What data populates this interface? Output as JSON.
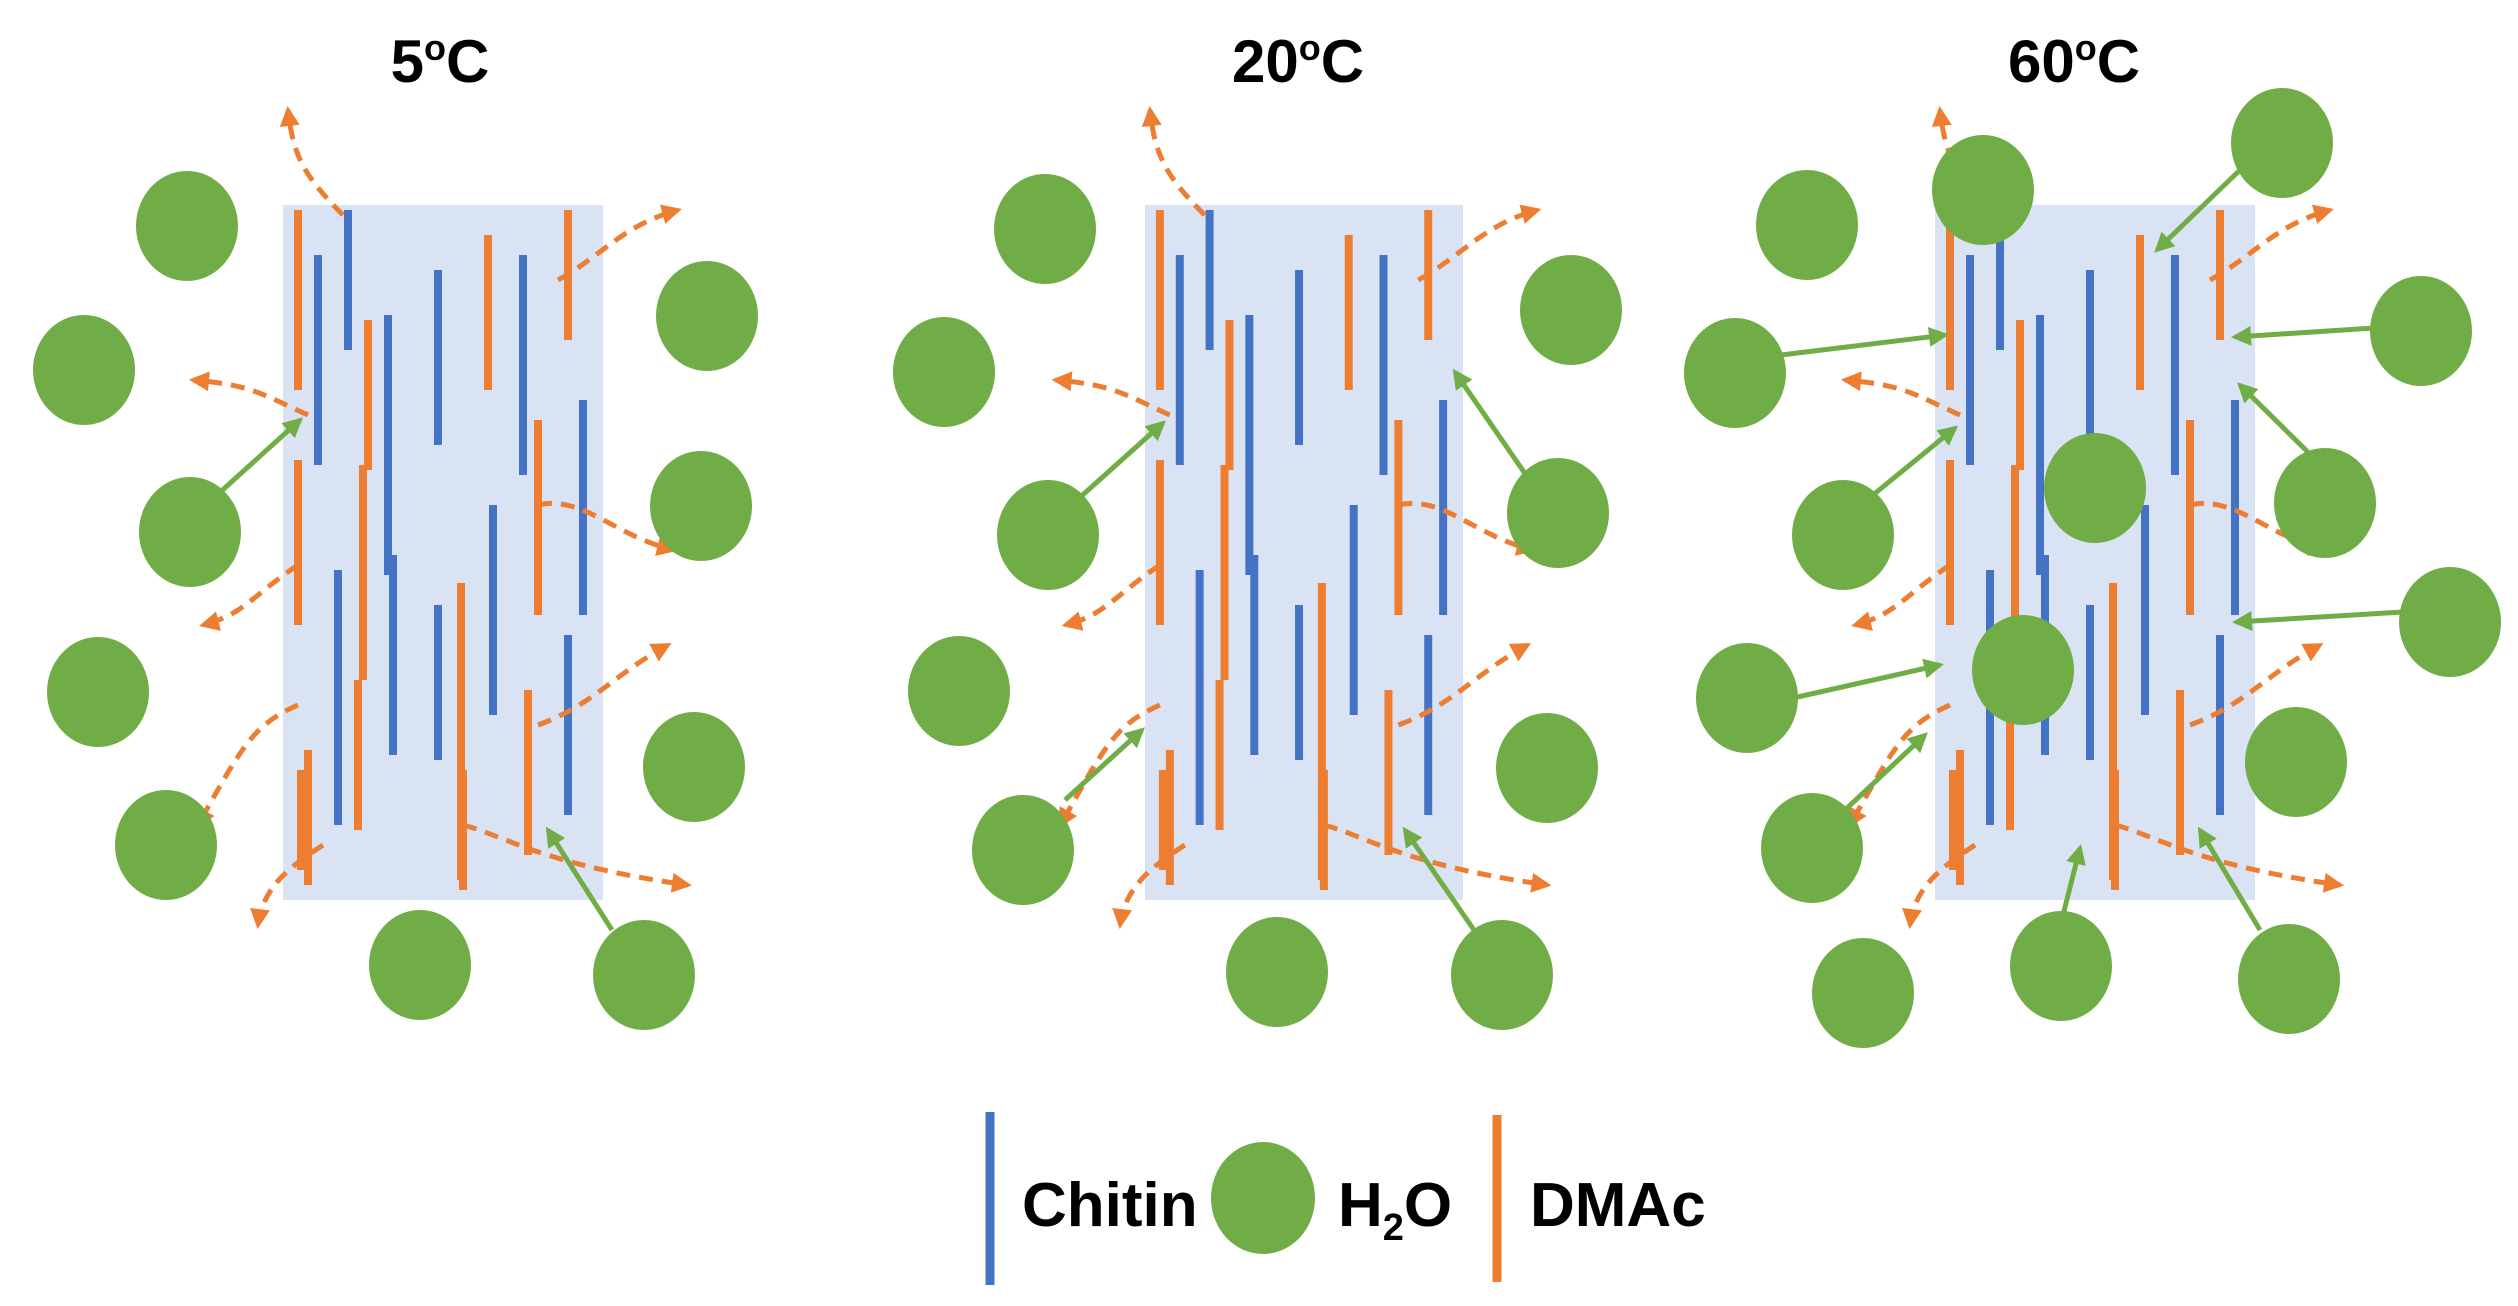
{
  "panels": [
    {
      "title_base": "5",
      "title_sup": "o",
      "title_unit": "C"
    },
    {
      "title_base": "20",
      "title_sup": "o",
      "title_unit": "C"
    },
    {
      "title_base": "60",
      "title_sup": "o",
      "title_unit": "C"
    }
  ],
  "legend": {
    "chitin_label": "Chitin",
    "water_label_base": "H",
    "water_label_sub": "2",
    "water_label_tail": "O",
    "dmac_label": "DMAc"
  },
  "colors": {
    "chitin": "#4472c4",
    "dmac": "#ed7d31",
    "water": "#70ad47",
    "matrix": "#dae3f3",
    "text": "#000000"
  }
}
